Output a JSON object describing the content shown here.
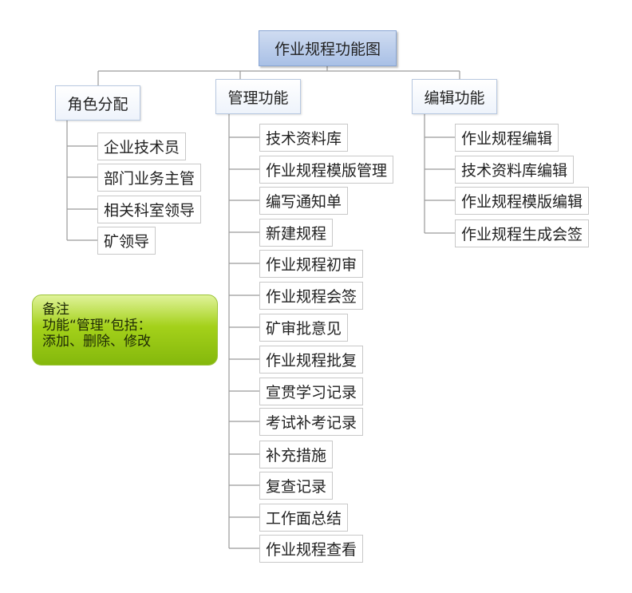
{
  "root": {
    "title": "作业规程功能图"
  },
  "categories": [
    {
      "label": "角色分配",
      "items": [
        "企业技术员",
        "部门业务主管",
        "相关科室领导",
        "矿领导"
      ]
    },
    {
      "label": "管理功能",
      "items": [
        "技术资料库",
        "作业规程模版管理",
        "编写通知单",
        "新建规程",
        "作业规程初审",
        "作业规程会签",
        "矿审批意见",
        "作业规程批复",
        "宣贯学习记录",
        "考试补考记录",
        "补充措施",
        "复查记录",
        "工作面总结",
        "作业规程查看"
      ]
    },
    {
      "label": "编辑功能",
      "items": [
        "作业规程编辑",
        "技术资料库编辑",
        "作业规程模版编辑",
        "作业规程生成会签"
      ]
    }
  ],
  "note": {
    "title": "备注",
    "line1": "功能“管理”包括：",
    "line2": "添加、删除、修改"
  },
  "colors": {
    "root_fill": "#a9c0e6",
    "connector": "#9a9a9a",
    "note_fill": "#a4d11a"
  }
}
